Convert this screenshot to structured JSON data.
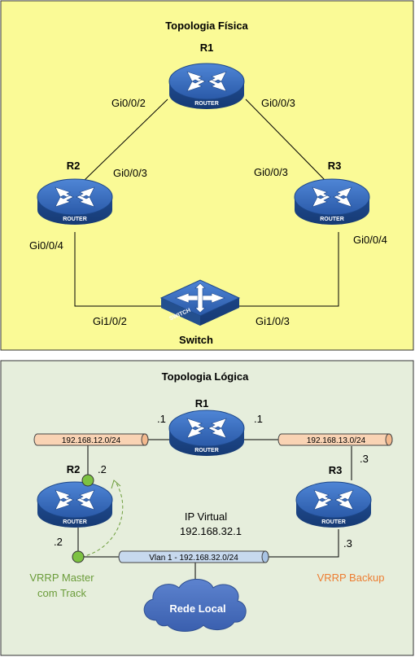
{
  "physical": {
    "title": "Topologia Física",
    "routers": {
      "r1": {
        "name": "R1",
        "device_text": "ROUTER"
      },
      "r2": {
        "name": "R2",
        "device_text": "ROUTER"
      },
      "r3": {
        "name": "R3",
        "device_text": "ROUTER"
      }
    },
    "switch": {
      "name": "Switch",
      "device_text": "SWITCH"
    },
    "interfaces": {
      "r1_r2": "Gi0/0/2",
      "r1_r3": "Gi0/0/3",
      "r2_r1": "Gi0/0/3",
      "r3_r1": "Gi0/0/3",
      "r2_sw": "Gi0/0/4",
      "r3_sw": "Gi0/0/4",
      "sw_r2": "Gi1/0/2",
      "sw_r3": "Gi1/0/3"
    }
  },
  "logical": {
    "title": "Topologia Lógica",
    "routers": {
      "r1": {
        "name": "R1",
        "device_text": "ROUTER"
      },
      "r2": {
        "name": "R2",
        "device_text": "ROUTER"
      },
      "r3": {
        "name": "R3",
        "device_text": "ROUTER"
      }
    },
    "networks": {
      "r1_r2": "192.168.12.0/24",
      "r1_r3": "192.168.13.0/24",
      "vlan": "Vlan 1 - 192.168.32.0/24"
    },
    "host_ids": {
      "r1_left": ".1",
      "r1_right": ".1",
      "r2_top": ".2",
      "r2_bottom": ".2",
      "r3_top": ".3",
      "r3_bottom": ".3"
    },
    "virtual_ip": {
      "label": "IP Virtual",
      "address": "192.168.32.1"
    },
    "vrrp_master": {
      "line1": "VRRP Master",
      "line2": "com Track"
    },
    "vrrp_backup": "VRRP Backup",
    "lan": "Rede Local"
  },
  "colors": {
    "physical_bg": "#fafa96",
    "logical_bg": "#e6eedc",
    "router_blue": "#2d5fae",
    "track_green": "#7dc242",
    "master_text": "#6b9c3a",
    "backup_text": "#ed7d31",
    "pipe_orange": "#f9d3b4",
    "pipe_blue": "#c7d9ee"
  }
}
